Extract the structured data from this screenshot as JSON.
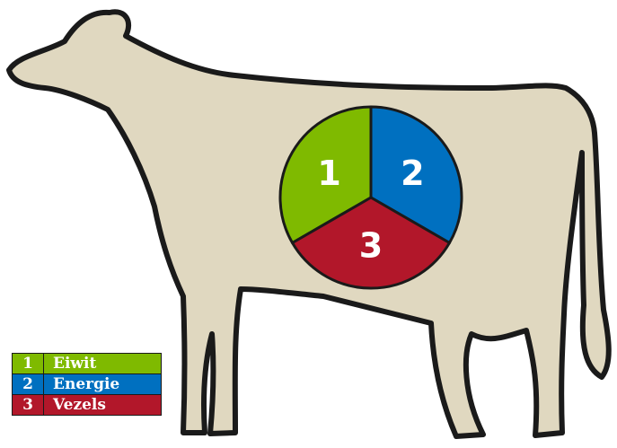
{
  "colors": {
    "cow_fill": "#e0d8c0",
    "outline": "#1a1a1a",
    "eiwit": "#7fba00",
    "energie": "#0070c0",
    "vezels": "#b2172a"
  },
  "segments": [
    {
      "number": "1",
      "label": "Eiwit",
      "color": "#7fba00"
    },
    {
      "number": "2",
      "label": "Energie",
      "color": "#0070c0"
    },
    {
      "number": "3",
      "label": "Vezels",
      "color": "#b2172a"
    }
  ],
  "legend": [
    {
      "number": "1",
      "label": "Eiwit",
      "color": "#7fba00"
    },
    {
      "number": "2",
      "label": "Energie",
      "color": "#0070c0"
    },
    {
      "number": "3",
      "label": "Vezels",
      "color": "#b2172a"
    }
  ]
}
